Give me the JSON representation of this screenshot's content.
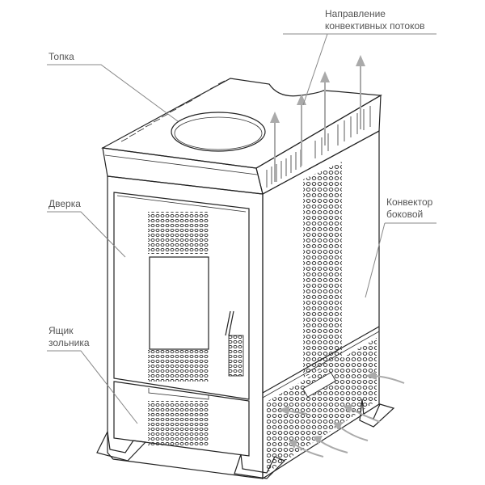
{
  "labels": {
    "convection": [
      "Направление",
      "конвективных потоков"
    ],
    "firebox": "Топка",
    "door": "Дверка",
    "side_convector": [
      "Конвектор",
      "боковой"
    ],
    "ash_drawer": [
      "Ящик",
      "зольника"
    ]
  },
  "colors": {
    "line": "#222222",
    "arrow": "#aaaaaa",
    "label": "#555555"
  }
}
